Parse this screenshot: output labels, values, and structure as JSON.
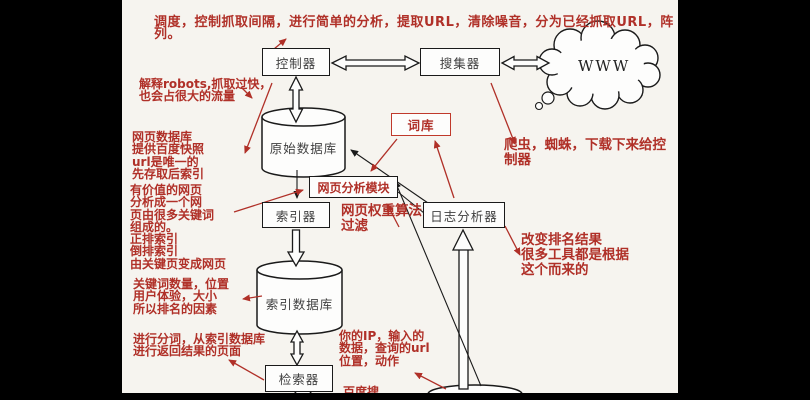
{
  "colors": {
    "annotation_red": "#b03028",
    "box_border": "#1a1a1a",
    "red_box_border": "#c0392b",
    "content_bg": "#f6f4ef",
    "letterbox_bar": "#000000"
  },
  "nodes": {
    "controller": {
      "label": "控制器"
    },
    "collector": {
      "label": "搜集器"
    },
    "www": {
      "label": "WWW"
    },
    "raw_db": {
      "label": "原始数据库"
    },
    "word_lib": {
      "label": "词库"
    },
    "analysis_module": {
      "label": "网页分析模块"
    },
    "indexer": {
      "label": "索引器"
    },
    "log_analyzer": {
      "label": "日志分析器"
    },
    "index_db": {
      "label": "索引数据库"
    },
    "retriever": {
      "label": "检索器"
    }
  },
  "annotations": {
    "schedule": "调度，控制抓取间隔，进行简单的分析，提取URL，清除噪音，分为已经抓取URL，阵列。",
    "robots": "解释robots,抓取过快，\n也会占很大的流量",
    "webpage_db": "网页数据库\n提供百度快照\nurl是唯一的\n先存取后索引",
    "valuable_pages": "有价值的网页\n分析成一个网\n页由很多关键词\n组成的。\n正排索引\n倒排索引\n由关键页变成网页",
    "ranking_factors": "关键词数量，位置\n用户体验，大小\n所以排名的因素",
    "word_segment": "进行分词，从索引数据库\n进行返回结果的页面",
    "spider": "爬虫，蜘蛛，下载下来给控\n制器",
    "change_ranking": "改变排名结果\n很多工具都是根据\n这个而来的",
    "your_ip": "你的IP，输入的\n数据，查询的url\n位置，动作",
    "weight_algorithm": "网页权重算法\n过滤",
    "baidu_search": "百度搜"
  }
}
